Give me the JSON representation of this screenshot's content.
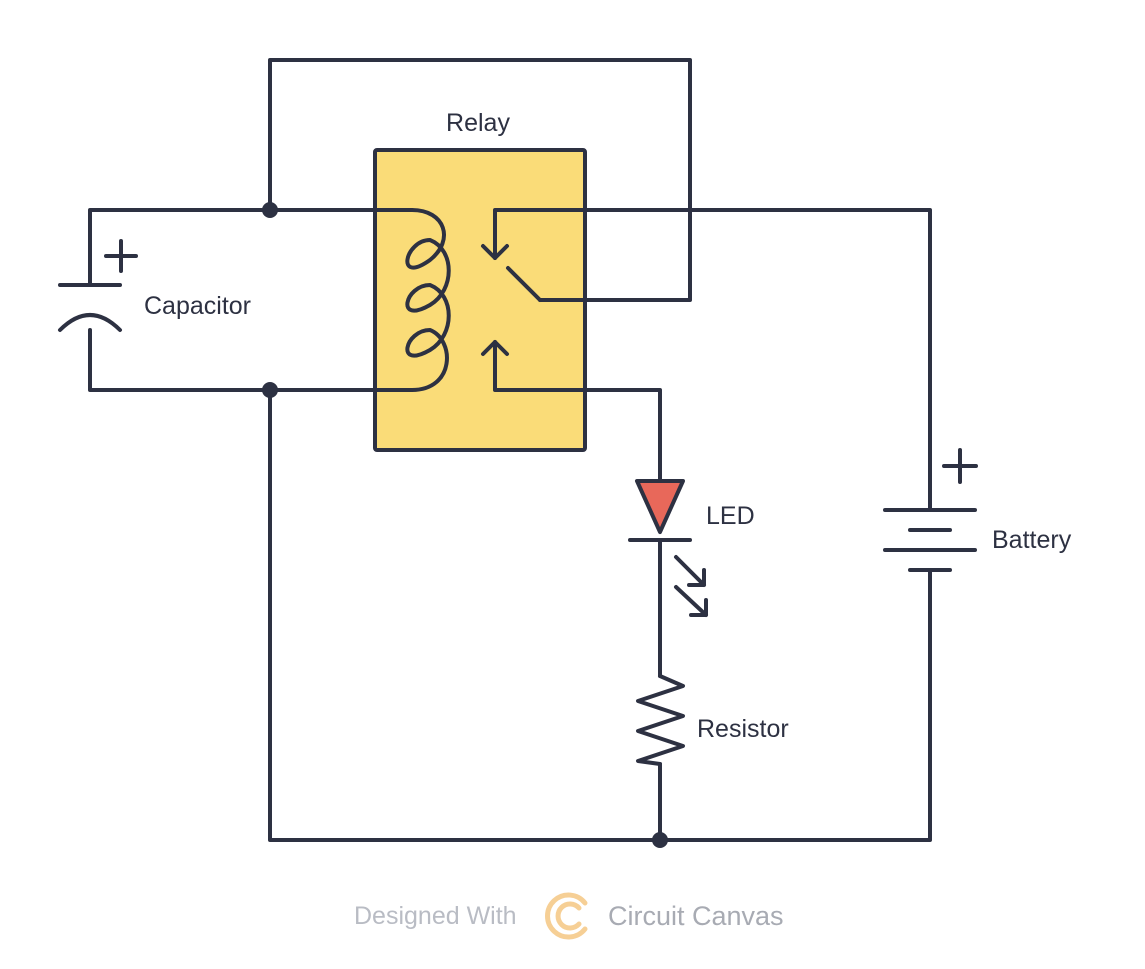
{
  "components": {
    "relay": {
      "label": "Relay",
      "fill": "#fadc78"
    },
    "capacitor": {
      "label": "Capacitor"
    },
    "led": {
      "label": "LED",
      "fill": "#e8685a"
    },
    "battery": {
      "label": "Battery"
    },
    "resistor": {
      "label": "Resistor"
    }
  },
  "polarity_mark": "+",
  "wire_color": "#2d3142",
  "watermark": {
    "prefix": "Designed With",
    "brand": "Circuit Canvas",
    "logo_color": "#f6cf95"
  }
}
